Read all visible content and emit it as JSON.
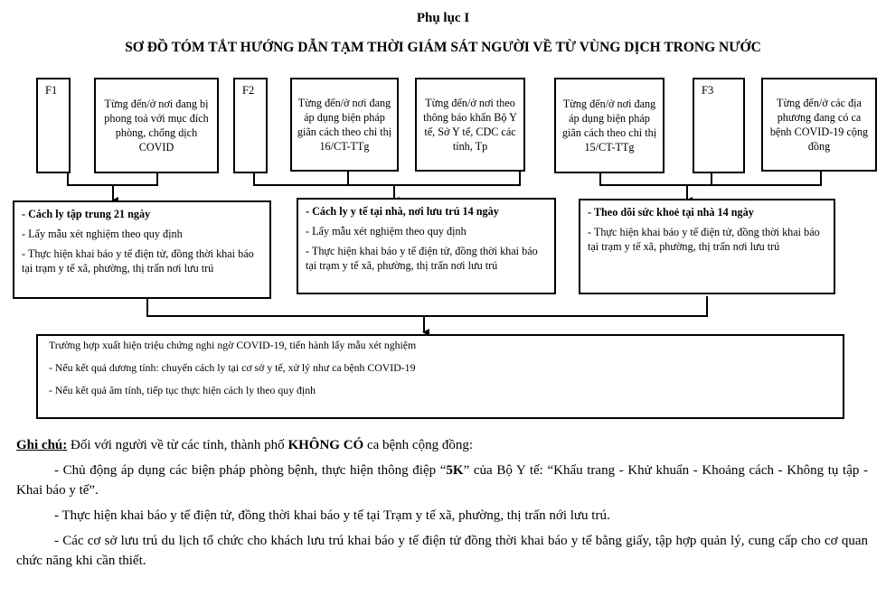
{
  "title_line1": "Phụ lục I",
  "title_line2": "SƠ ĐỒ TÓM TẮT HƯỚNG DẪN TẠM THỜI GIÁM SÁT NGƯỜI VỀ TỪ VÙNG DỊCH TRONG NƯỚC",
  "groups": [
    {
      "label": "F1",
      "sources": [
        "Từng đến/ở nơi đang bị phong toả với mục đích phòng, chống dịch COVID"
      ],
      "actions": {
        "heading": "- Cách ly tập trung 21 ngày",
        "items": [
          "- Lấy mẫu xét nghiệm theo quy định",
          "- Thực hiện khai báo y tế điện tử, đồng thời khai báo tại trạm y tế xã, phường, thị trấn nơi lưu trú"
        ]
      }
    },
    {
      "label": "F2",
      "sources": [
        "Từng đến/ở nơi đang áp dụng biện pháp giãn cách theo chỉ thị 16/CT-TTg",
        "Từng đến/ở nơi theo thông báo khẩn Bộ Y tế, Sở Y tế, CDC các tỉnh, Tp"
      ],
      "actions": {
        "heading": "- Cách ly y tế tại nhà, nơi lưu trú 14 ngày",
        "items": [
          "- Lấy mẫu xét nghiệm theo quy định",
          "- Thực hiện khai báo y tế điện tử, đồng thời khai báo tại trạm y tế xã, phường, thị trấn nơi lưu trú"
        ]
      }
    },
    {
      "label": "F3",
      "sources": [
        "Từng đến/ở nơi đang áp dụng biện pháp giãn cách theo chỉ thị 15/CT-TTg",
        "Từng đến/ở các địa phương đang có ca bệnh COVID-19 cộng đồng"
      ],
      "actions": {
        "heading": "- Theo dõi sức khoẻ tại nhà 14 ngày",
        "items": [
          "- Thực hiện khai báo y tế điện tử, đồng thời khai báo tại trạm y tế xã, phường, thị trấn nơi lưu trú"
        ]
      }
    }
  ],
  "final": {
    "line1": "Trường hợp xuất hiện triệu chứng nghi ngờ COVID-19, tiến hành lấy mẫu xét nghiệm",
    "line2": "- Nếu kết quả dương tính: chuyển cách ly tại cơ sở y tế, xử lý như ca bệnh COVID-19",
    "line3": "- Nếu kết quả âm tính, tiếp tục thực hiện cách ly theo quy định"
  },
  "notes": {
    "label": "Ghi chú:",
    "intro": " Đối với người về từ các tỉnh, thành phố ",
    "intro_bold": "KHÔNG CÓ",
    "intro_end": " ca bệnh cộng đồng:",
    "item1_a": "- Chủ động áp dụng các biện pháp phòng bệnh, thực hiện thông điệp “",
    "item1_bold": "5K",
    "item1_b": "” của Bộ Y tế: “Khẩu trang - Khử khuẩn - Khoảng cách - Không tụ tập - Khai báo y tế”.",
    "item2": "- Thực hiện khai báo y tế điện tử, đồng thời khai báo y tế tại Trạm y tế xã, phường, thị trấn nới lưu trú.",
    "item3": "- Các cơ sở lưu trú du lịch tổ chức cho khách lưu trú khai báo y tế điện tử đồng thời khai báo y tế bằng giấy, tập hợp quản lý, cung cấp cho cơ quan chức năng khi cần thiết."
  }
}
